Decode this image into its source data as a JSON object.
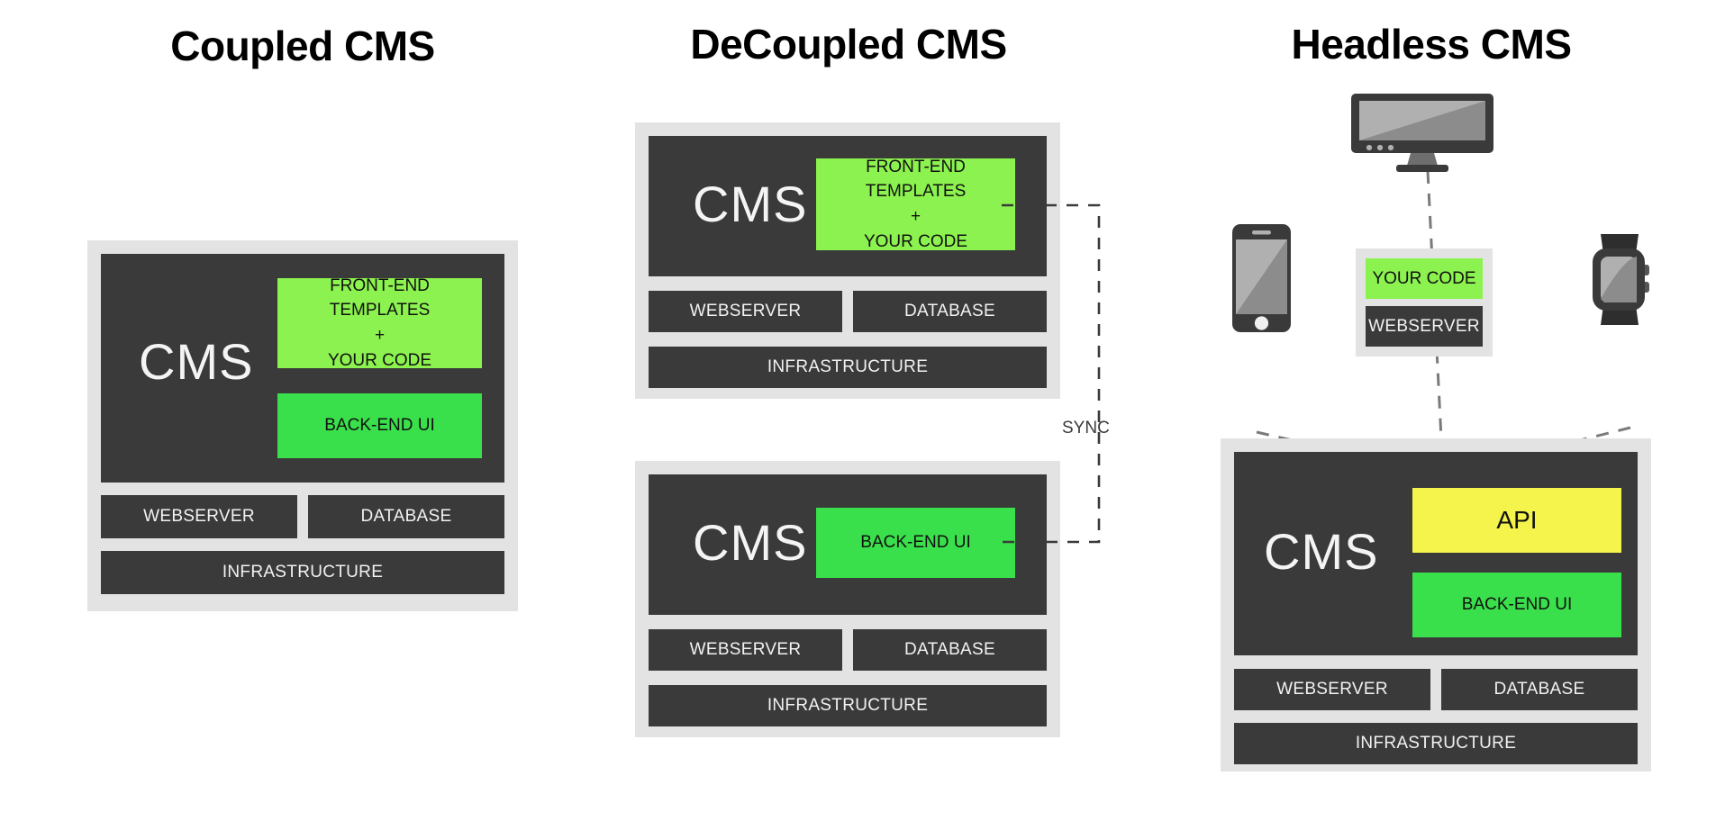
{
  "columns": [
    {
      "id": "coupled",
      "title": "Coupled CMS",
      "cms_label": "CMS",
      "chips": [
        {
          "name": "front-end-templates",
          "text": "FRONT-END TEMPLATES\n+\nYOUR CODE",
          "color": "#8cf24f"
        },
        {
          "name": "back-end-ui",
          "text": "BACK-END UI",
          "color": "#3ae04b"
        }
      ],
      "webserver": "WEBSERVER",
      "database": "DATABASE",
      "infrastructure": "INFRASTRUCTURE"
    },
    {
      "id": "decoupled",
      "title": "DeCoupled CMS",
      "top": {
        "cms_label": "CMS",
        "chip": {
          "name": "front-end-templates",
          "text": "FRONT-END TEMPLATES\n+\nYOUR CODE",
          "color": "#8cf24f"
        },
        "webserver": "WEBSERVER",
        "database": "DATABASE",
        "infrastructure": "INFRASTRUCTURE"
      },
      "bottom": {
        "cms_label": "CMS",
        "chip": {
          "name": "back-end-ui",
          "text": "BACK-END UI",
          "color": "#3ae04b"
        },
        "webserver": "WEBSERVER",
        "database": "DATABASE",
        "infrastructure": "INFRASTRUCTURE"
      },
      "sync_label": "SYNC"
    },
    {
      "id": "headless",
      "title": "Headless CMS",
      "cms_label": "CMS",
      "chips": [
        {
          "name": "api",
          "text": "API",
          "color": "#f4f44c"
        },
        {
          "name": "back-end-ui",
          "text": "BACK-END UI",
          "color": "#3ae04b"
        }
      ],
      "webserver": "WEBSERVER",
      "database": "DATABASE",
      "infrastructure": "INFRASTRUCTURE",
      "edge": {
        "your_code": "YOUR CODE",
        "webserver": "WEBSERVER"
      },
      "devices": [
        {
          "name": "desktop-monitor-icon"
        },
        {
          "name": "smartphone-icon"
        },
        {
          "name": "smartwatch-icon"
        }
      ]
    }
  ],
  "palette": {
    "frame_gray": "#e3e3e3",
    "panel_dark": "#3a3a3a",
    "lime": "#8cf24f",
    "green": "#3ae04b",
    "yellow": "#f4f44c",
    "device_dark": "#3a3a3a",
    "screen_light": "#b0b0b0",
    "screen_shade": "#8c8c8c",
    "dash_gray": "#7a7a7a",
    "background": "#ffffff"
  }
}
